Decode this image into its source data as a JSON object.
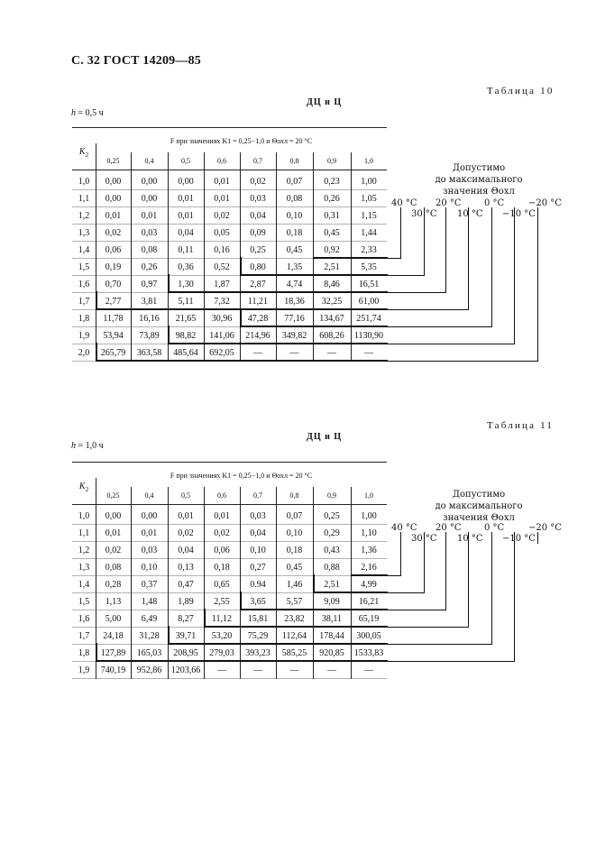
{
  "page_header": "С. 32 ГОСТ 14209—85",
  "tables": [
    {
      "caption": "Таблица 10",
      "title": "ДЦ и Ц",
      "h_label": "h",
      "h_value": "= 0,5 ч",
      "k2_label": "K",
      "k2_sub": "2",
      "f_header": "F при значениях K1 = 0,25−1,0 и Θохл = 20 °С",
      "columns": [
        "0,25",
        "0,4",
        "0,5",
        "0,6",
        "0,7",
        "0,8",
        "0,9",
        "1,0"
      ],
      "rows": [
        {
          "k2": "1,0",
          "values": [
            "0,00",
            "0,00",
            "0,00",
            "0,01",
            "0,02",
            "0,07",
            "0,23",
            "1,00"
          ]
        },
        {
          "k2": "1,1",
          "values": [
            "0,00",
            "0,00",
            "0,01",
            "0,01",
            "0,03",
            "0,08",
            "0,26",
            "1,05"
          ]
        },
        {
          "k2": "1,2",
          "values": [
            "0,01",
            "0,01",
            "0,01",
            "0,02",
            "0,04",
            "0,10",
            "0,31",
            "1,15"
          ]
        },
        {
          "k2": "1,3",
          "values": [
            "0,02",
            "0,03",
            "0,04",
            "0,05",
            "0,09",
            "0,18",
            "0,45",
            "1,44"
          ]
        },
        {
          "k2": "1,4",
          "values": [
            "0,06",
            "0,08",
            "0,11",
            "0,16",
            "0,25",
            "0,45",
            "0,92",
            "2,33"
          ]
        },
        {
          "k2": "1,5",
          "values": [
            "0,19",
            "0,26",
            "0,36",
            "0,52",
            "0,80",
            "1,35",
            "2,51",
            "5,35"
          ]
        },
        {
          "k2": "1,6",
          "values": [
            "0,70",
            "0,97",
            "1,30",
            "1,87",
            "2,87",
            "4,74",
            "8,46",
            "16,51"
          ]
        },
        {
          "k2": "1,7",
          "values": [
            "2,77",
            "3,81",
            "5,11",
            "7,32",
            "11,21",
            "18,36",
            "32,25",
            "61,00"
          ]
        },
        {
          "k2": "1,8",
          "values": [
            "11,78",
            "16,16",
            "21,65",
            "30,96",
            "47,28",
            "77,16",
            "134,67",
            "251,74"
          ]
        },
        {
          "k2": "1,9",
          "values": [
            "53,94",
            "73,89",
            "98,82",
            "141,06",
            "214,96",
            "349,82",
            "608,26",
            "1130,90"
          ]
        },
        {
          "k2": "2,0",
          "values": [
            "265,79",
            "363,58",
            "485,64",
            "692,05",
            "—",
            "—",
            "—",
            "—"
          ]
        }
      ],
      "allowed_label": [
        "Допустимо",
        "до максимального",
        "значения Θохл"
      ],
      "temps_top": [
        "40 °С",
        "20 °С",
        "0 °С",
        "−20 °С"
      ],
      "temps_bottom": [
        "30 °С",
        "10 °С",
        "−10 °С"
      ]
    },
    {
      "caption": "Таблица 11",
      "title": "ДЦ и Ц",
      "h_label": "h",
      "h_value": "= 1,0 ч",
      "k2_label": "K",
      "k2_sub": "2",
      "f_header": "F при значениях K1 = 0,25−1,0 и Θохл = 20 °С",
      "columns": [
        "0,25",
        "0,4",
        "0,5",
        "0,6",
        "0,7",
        "0,8",
        "0,9",
        "1,0"
      ],
      "rows": [
        {
          "k2": "1,0",
          "values": [
            "0,00",
            "0,00",
            "0,01",
            "0,01",
            "0,03",
            "0,07",
            "0,25",
            "1,00"
          ]
        },
        {
          "k2": "1,1",
          "values": [
            "0,01",
            "0,01",
            "0,02",
            "0,02",
            "0,04",
            "0,10",
            "0,29",
            "1,10"
          ]
        },
        {
          "k2": "1,2",
          "values": [
            "0,02",
            "0,03",
            "0,04",
            "0,06",
            "0,10",
            "0,18",
            "0,43",
            "1,36"
          ]
        },
        {
          "k2": "1,3",
          "values": [
            "0,08",
            "0,10",
            "0,13",
            "0,18",
            "0,27",
            "0,45",
            "0,88",
            "2,16"
          ]
        },
        {
          "k2": "1,4",
          "values": [
            "0,28",
            "0,37",
            "0,47",
            "0,65",
            "0.94",
            "1,46",
            "2,51",
            "4,99"
          ]
        },
        {
          "k2": "1,5",
          "values": [
            "1,13",
            "1,48",
            "1,89",
            "2,55",
            "3,65",
            "5,57",
            "9,09",
            "16,21"
          ]
        },
        {
          "k2": "1,6",
          "values": [
            "5,00",
            "6,49",
            "8,27",
            "11,12",
            "15,81",
            "23,82",
            "38,11",
            "65,19"
          ]
        },
        {
          "k2": "1,7",
          "values": [
            "24,18",
            "31,28",
            "39,71",
            "53,20",
            "75,29",
            "112,64",
            "178,44",
            "300,05"
          ]
        },
        {
          "k2": "1,8",
          "values": [
            "127,89",
            "165,03",
            "208,95",
            "279,03",
            "393,23",
            "585,25",
            "920,85",
            "1533,83"
          ]
        },
        {
          "k2": "1,9",
          "values": [
            "740,19",
            "952,86",
            "1203,66",
            "—",
            "—",
            "—",
            "—",
            "—"
          ]
        }
      ],
      "allowed_label": [
        "Допустимо",
        "до максимального",
        "значения Θохл"
      ],
      "temps_top": [
        "40 °С",
        "20 °С",
        "0 °С",
        "−20 °С"
      ],
      "temps_bottom": [
        "30 °С",
        "10 °С",
        "−10 °С"
      ]
    }
  ]
}
